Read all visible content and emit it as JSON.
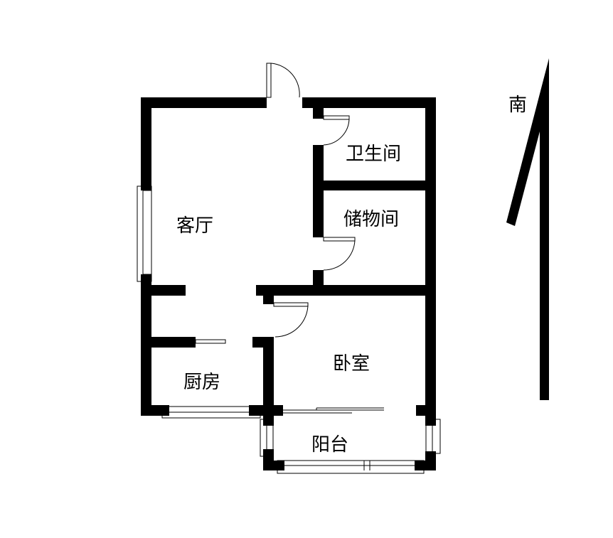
{
  "colors": {
    "wall": "#000000",
    "background": "#ffffff"
  },
  "rooms": {
    "living_room": "客厅",
    "bathroom": "卫生间",
    "storage": "储物间",
    "bedroom": "卧室",
    "kitchen": "厨房",
    "balcony": "阳台"
  },
  "compass": {
    "direction": "南",
    "icon": "north-arrow"
  }
}
